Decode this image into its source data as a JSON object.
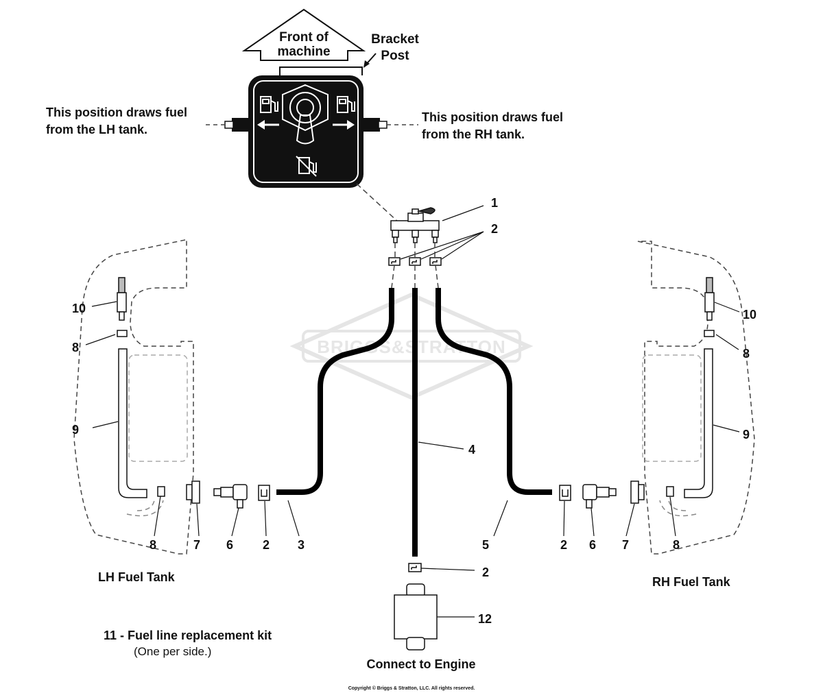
{
  "header": {
    "front_label_line1": "Front of",
    "front_label_line2": "machine",
    "bracket_line1": "Bracket",
    "bracket_line2": "Post"
  },
  "valve": {
    "left_note_line1": "This position draws fuel",
    "left_note_line2": "from the LH tank.",
    "right_note_line1": "This position draws fuel",
    "right_note_line2": "from the RH tank."
  },
  "tanks": {
    "lh_label": "LH Fuel Tank",
    "rh_label": "RH Fuel Tank"
  },
  "callouts": {
    "c1": "1",
    "c2_top": "2",
    "c10_left": "10",
    "c8_left_top": "8",
    "c9_left": "9",
    "c4": "4",
    "c10_right": "10",
    "c8_right_top": "8",
    "c9_right": "9",
    "c8_left_bottom": "8",
    "c7_left": "7",
    "c6_left": "6",
    "c2_left": "2",
    "c3": "3",
    "c5": "5",
    "c2_right": "2",
    "c6_right": "6",
    "c7_right": "7",
    "c8_right_bottom": "8",
    "c2_filter": "2",
    "c12": "12"
  },
  "notes": {
    "kit_line": "11 - Fuel line replacement kit",
    "kit_sub": "(One per side.)",
    "engine": "Connect to Engine",
    "copyright": "Copyright © Briggs & Stratton, LLC. All rights reserved."
  },
  "watermark": {
    "text": "BRIGGS&STRATTON"
  },
  "colors": {
    "ink": "#111111",
    "hose": "#000000",
    "dash": "#444444",
    "watermark": "#e3e3e3"
  }
}
